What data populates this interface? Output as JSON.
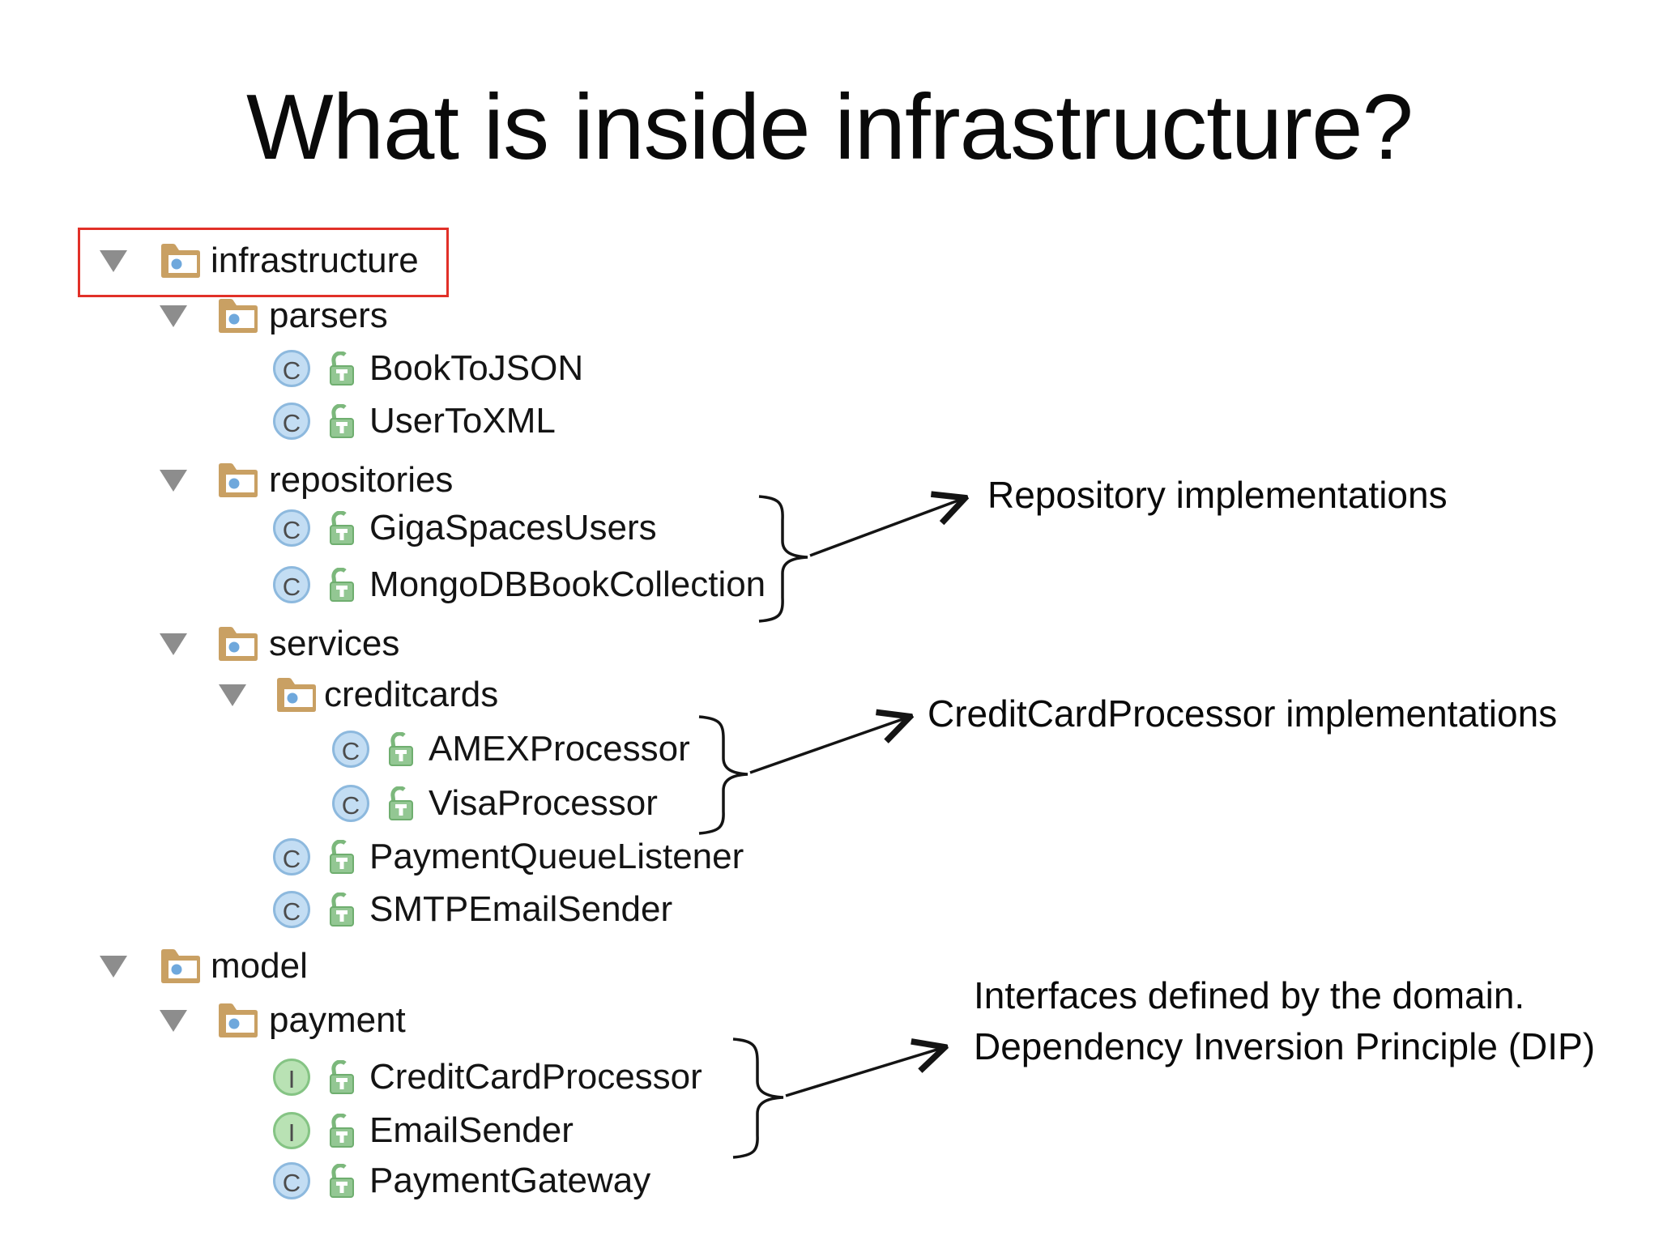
{
  "title": "What is inside infrastructure?",
  "icons": {
    "class_letter": "C",
    "interface_letter": "I"
  },
  "tree": {
    "rows": [
      {
        "label": "infrastructure",
        "type": "package",
        "level": 0,
        "expanded": true,
        "highlighted": true
      },
      {
        "label": "parsers",
        "type": "package",
        "level": 1,
        "expanded": true
      },
      {
        "label": "BookToJSON",
        "type": "class",
        "level": 2
      },
      {
        "label": "UserToXML",
        "type": "class",
        "level": 2
      },
      {
        "label": "repositories",
        "type": "package",
        "level": 1,
        "expanded": true
      },
      {
        "label": "GigaSpacesUsers",
        "type": "class",
        "level": 2
      },
      {
        "label": "MongoDBBookCollection",
        "type": "class",
        "level": 2
      },
      {
        "label": "services",
        "type": "package",
        "level": 1,
        "expanded": true
      },
      {
        "label": "creditcards",
        "type": "package",
        "level": 2,
        "expanded": true
      },
      {
        "label": "AMEXProcessor",
        "type": "class",
        "level": 3
      },
      {
        "label": "VisaProcessor",
        "type": "class",
        "level": 3
      },
      {
        "label": "PaymentQueueListener",
        "type": "class",
        "level": 2
      },
      {
        "label": "SMTPEmailSender",
        "type": "class",
        "level": 2
      },
      {
        "label": "model",
        "type": "package",
        "level": 0,
        "expanded": true
      },
      {
        "label": "payment",
        "type": "package",
        "level": 1,
        "expanded": true
      },
      {
        "label": "CreditCardProcessor",
        "type": "interface",
        "level": 2
      },
      {
        "label": "EmailSender",
        "type": "interface",
        "level": 2
      },
      {
        "label": "PaymentGateway",
        "type": "class",
        "level": 2
      }
    ]
  },
  "annotations": [
    {
      "text": "Repository implementations"
    },
    {
      "text": "CreditCardProcessor implementations"
    },
    {
      "line1": "Interfaces defined by the domain.",
      "line2": "Dependency Inversion Principle (DIP)"
    }
  ],
  "colors": {
    "highlight_box_red": "#e13028",
    "folder_tan": "#c9a063",
    "package_dot_blue": "#6fa8dc",
    "class_icon_blue": "#c3ddf3",
    "interface_icon_green": "#b9e2b4",
    "lock_green": "#93c793",
    "annotation_ink": "#0a0a0a"
  }
}
